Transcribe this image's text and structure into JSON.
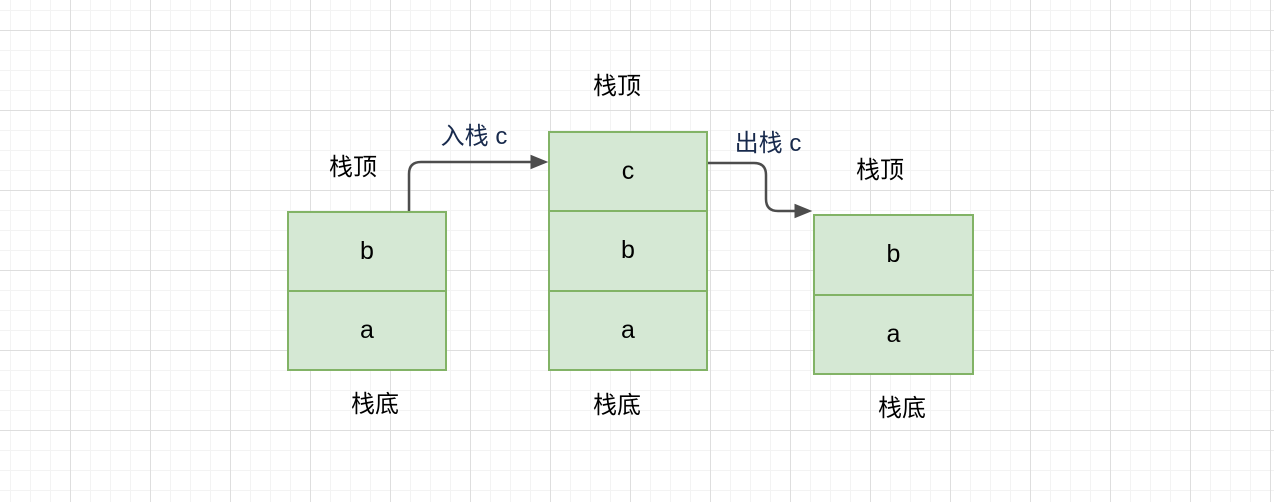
{
  "diagram": {
    "type": "stack-push-pop-illustration",
    "stacks": [
      {
        "name": "before-push",
        "top_label": "栈顶",
        "bottom_label": "栈底",
        "cells": [
          "b",
          "a"
        ]
      },
      {
        "name": "after-push",
        "top_label": "栈顶",
        "bottom_label": "栈底",
        "cells": [
          "c",
          "b",
          "a"
        ]
      },
      {
        "name": "after-pop",
        "top_label": "栈顶",
        "bottom_label": "栈底",
        "cells": [
          "b",
          "a"
        ]
      }
    ],
    "arrows": [
      {
        "name": "push",
        "label": "入栈 c"
      },
      {
        "name": "pop",
        "label": "出栈 c"
      }
    ],
    "colors": {
      "background": "#ffffff",
      "grid_minor": "#f3f3f3",
      "grid_major": "#dedede",
      "cell_fill": "#d5e8d4",
      "cell_border": "#82b366",
      "arrow_stroke": "#4d4d4d",
      "label_color": "#000000",
      "action_label_color": "#17294c"
    }
  }
}
